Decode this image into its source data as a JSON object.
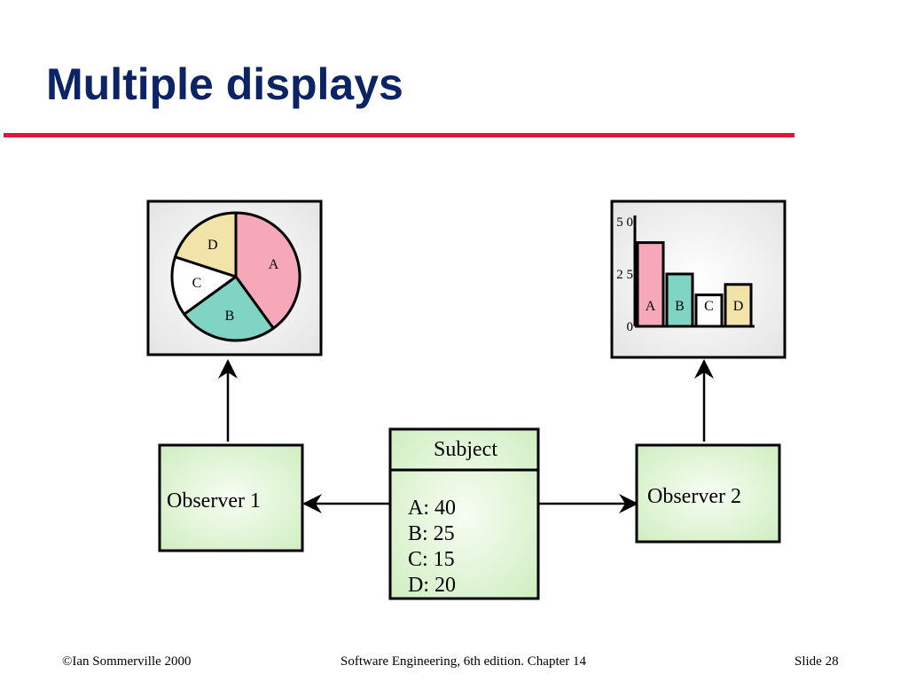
{
  "slide": {
    "title": "Multiple displays"
  },
  "colors": {
    "title": "#0c2366",
    "rule": "#e0143c",
    "box_fill": "#d3f2c4",
    "display_bg": "#efefef",
    "slice_a": "#f7a8b8",
    "slice_b": "#80d4c4",
    "slice_c": "#ffffff",
    "slice_d": "#f2e4a8"
  },
  "subject": {
    "title": "Subject",
    "lines": [
      "A: 40",
      "B: 25",
      "C: 15",
      "D: 20"
    ]
  },
  "observer1": {
    "label": "Observer 1"
  },
  "observer2": {
    "label": "Observer 2"
  },
  "chart_data": [
    {
      "type": "pie",
      "labels": [
        "A",
        "B",
        "C",
        "D"
      ],
      "values": [
        40,
        25,
        15,
        20
      ]
    },
    {
      "type": "bar",
      "categories": [
        "A",
        "B",
        "C",
        "D"
      ],
      "values": [
        40,
        25,
        15,
        20
      ],
      "yticks": [
        "0",
        "2 5",
        "5 0"
      ],
      "ylim": [
        0,
        50
      ]
    }
  ],
  "footer": {
    "left": "©Ian Sommerville 2000",
    "center": "Software Engineering, 6th edition. Chapter 14",
    "right": "Slide 28"
  }
}
